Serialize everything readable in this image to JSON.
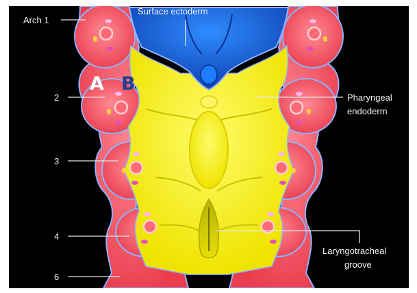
{
  "labels": {
    "surface_ectoderm": "Surface ectoderm",
    "arch1": "Arch 1",
    "arch2": "2",
    "arch3": "3",
    "arch4": "4",
    "arch6": "6",
    "pharyngeal_endoderm_line1": "Pharyngeal",
    "pharyngeal_endoderm_line2": "endoderm",
    "laryngotracheal_line1": "Laryngotracheal",
    "laryngotracheal_line2": "groove"
  },
  "markers": {
    "a": "A",
    "b": "B"
  },
  "colors": {
    "background": "#000000",
    "arch_tissue": "#f0505a",
    "endoderm": "#f5ee10",
    "ectoderm": "#1e6fe0",
    "membrane_outline": "#8fb2ff",
    "label_text": "#f2f2f2",
    "marker_a": "#ffffff",
    "marker_b": "#1f3f8f"
  }
}
